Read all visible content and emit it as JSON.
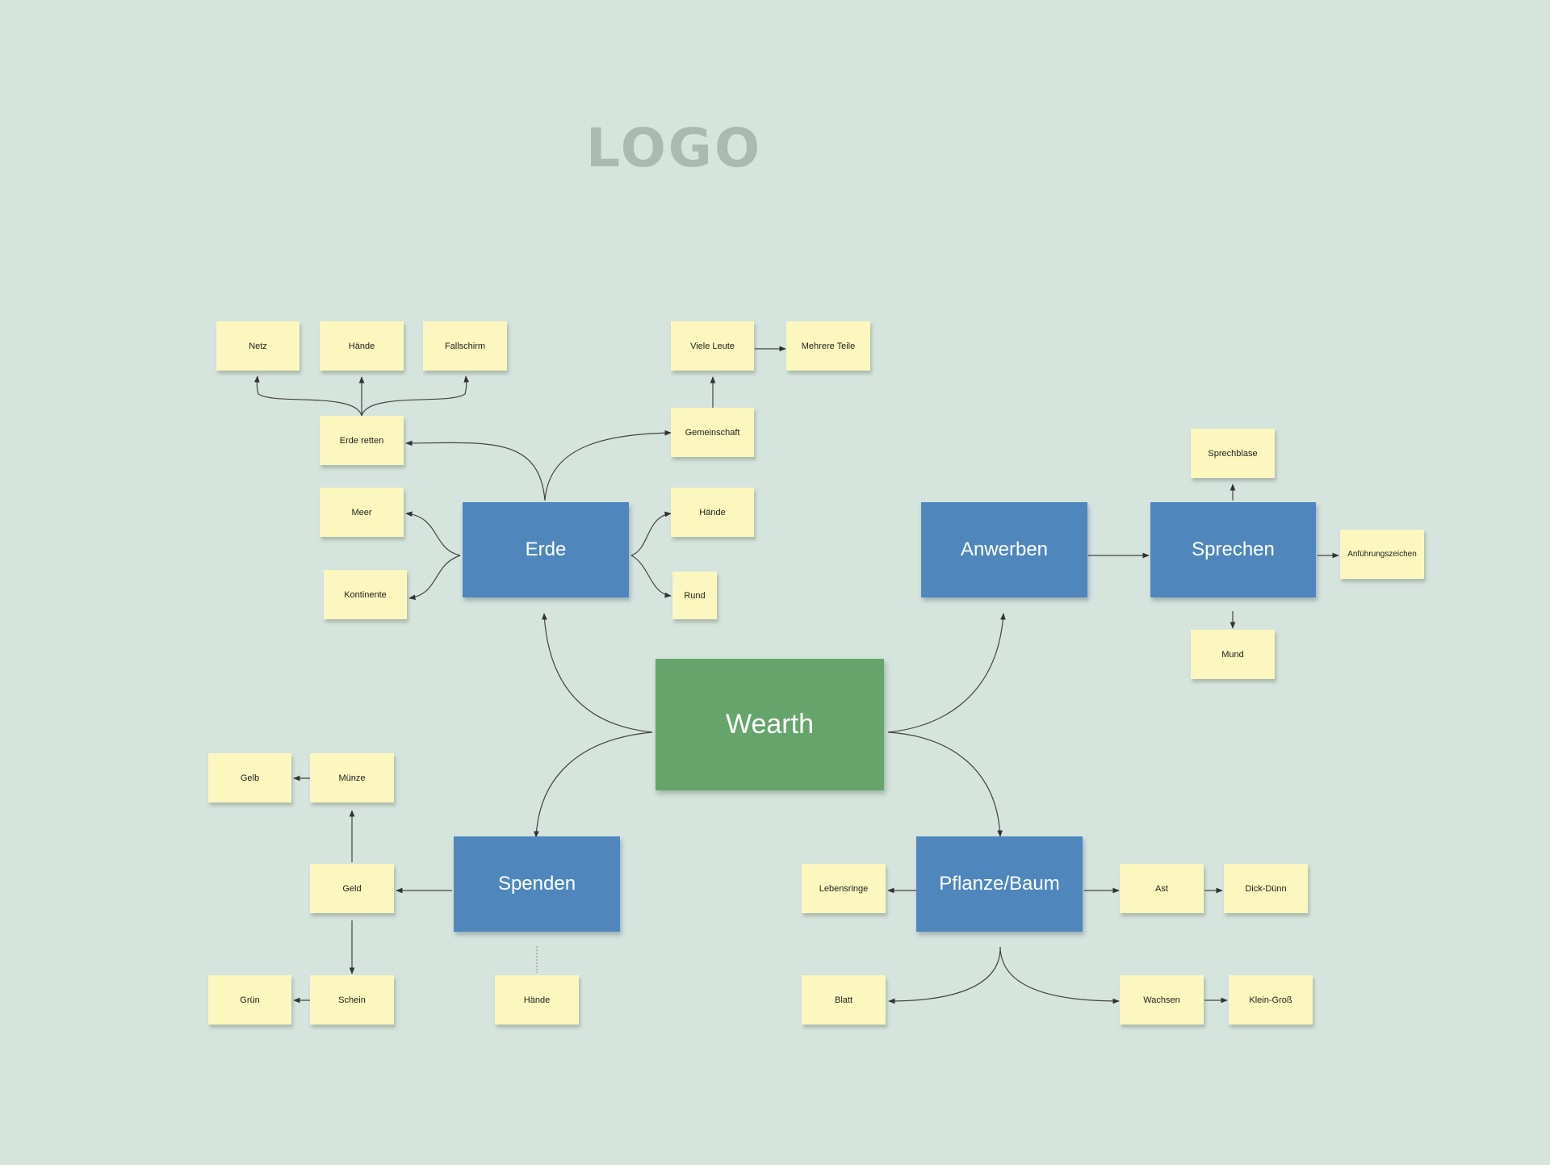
{
  "logo": "LOGO",
  "center": {
    "label": "Wearth"
  },
  "topics": {
    "erde": "Erde",
    "anwerben": "Anwerben",
    "sprechen": "Sprechen",
    "spenden": "Spenden",
    "pflanze": "Pflanze/Baum"
  },
  "notes": {
    "netz": "Netz",
    "haende_top": "Hände",
    "fallschirm": "Fallschirm",
    "viele_leute": "Viele Leute",
    "mehrere_teile": "Mehrere Teile",
    "erde_retten": "Erde retten",
    "gemeinschaft": "Gemeinschaft",
    "meer": "Meer",
    "haende_erde": "Hände",
    "kontinente": "Kontinente",
    "rund": "Rund",
    "sprechblase": "Sprechblase",
    "anfuehrungszeichen": "Anführungszeichen",
    "mund": "Mund",
    "gelb": "Gelb",
    "muenze": "Münze",
    "geld": "Geld",
    "gruen": "Grün",
    "schein": "Schein",
    "haende_spenden": "Hände",
    "lebensringe": "Lebensringe",
    "ast": "Ast",
    "dick_duenn": "Dick-Dünn",
    "blatt": "Blatt",
    "wachsen": "Wachsen",
    "klein_gross": "Klein-Groß"
  },
  "colors": {
    "background": "#d5e4dd",
    "sticky": "#fbf7be",
    "topic": "#4f87bd",
    "center": "#65a56b",
    "connector": "#3a3a3a",
    "logo": "#a8bab1"
  }
}
